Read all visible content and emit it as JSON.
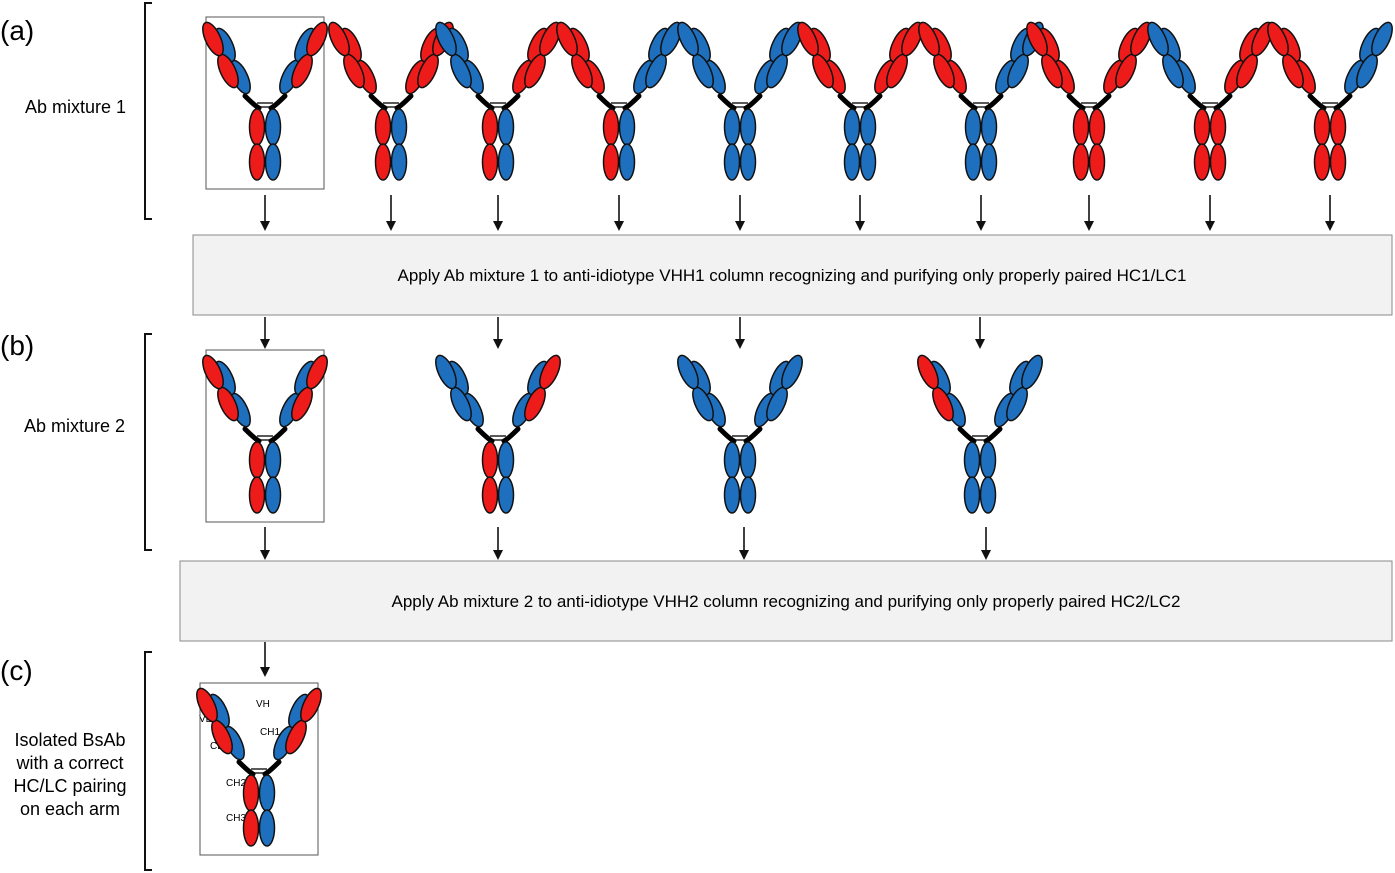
{
  "section_a": {
    "letter": "(a)",
    "label": "Ab mixture 1",
    "antibodies": [
      {
        "tl": "r",
        "tr": "r",
        "bl": "b",
        "br": "b",
        "cl": "r",
        "cr": "b",
        "highlighted": true
      },
      {
        "tl": "r",
        "tr": "r",
        "bl": "r",
        "br": "r",
        "cl": "r",
        "cr": "b",
        "highlighted": false
      },
      {
        "tl": "b",
        "tr": "r",
        "bl": "b",
        "br": "r",
        "cl": "r",
        "cr": "b",
        "highlighted": false
      },
      {
        "tl": "r",
        "tr": "b",
        "bl": "r",
        "br": "b",
        "cl": "r",
        "cr": "b",
        "highlighted": false
      },
      {
        "tl": "b",
        "tr": "b",
        "bl": "b",
        "br": "b",
        "cl": "b",
        "cr": "b",
        "highlighted": false
      },
      {
        "tl": "r",
        "tr": "r",
        "bl": "r",
        "br": "r",
        "cl": "b",
        "cr": "b",
        "highlighted": false
      },
      {
        "tl": "r",
        "tr": "b",
        "bl": "r",
        "br": "b",
        "cl": "b",
        "cr": "b",
        "highlighted": false
      },
      {
        "tl": "r",
        "tr": "r",
        "bl": "r",
        "br": "r",
        "cl": "r",
        "cr": "r",
        "highlighted": false
      },
      {
        "tl": "b",
        "tr": "r",
        "bl": "b",
        "br": "r",
        "cl": "r",
        "cr": "r",
        "highlighted": false
      },
      {
        "tl": "r",
        "tr": "b",
        "bl": "r",
        "br": "b",
        "cl": "r",
        "cr": "r",
        "highlighted": false
      }
    ]
  },
  "step1": {
    "text": "Apply Ab mixture 1 to anti-idiotype VHH1 column recognizing and purifying only properly paired HC1/LC1"
  },
  "section_b": {
    "letter": "(b)",
    "label": "Ab mixture 2",
    "antibodies": [
      {
        "tl": "r",
        "tr": "r",
        "bl": "b",
        "br": "b",
        "cl": "r",
        "cr": "b",
        "highlighted": true
      },
      {
        "tl": "b",
        "tr": "r",
        "bl": "b",
        "br": "b",
        "cl": "r",
        "cr": "b",
        "highlighted": false
      },
      {
        "tl": "b",
        "tr": "b",
        "bl": "b",
        "br": "b",
        "cl": "b",
        "cr": "b",
        "highlighted": false
      },
      {
        "tl": "r",
        "tr": "b",
        "bl": "b",
        "br": "b",
        "cl": "b",
        "cr": "b",
        "highlighted": false
      }
    ]
  },
  "step2": {
    "text": "Apply Ab mixture 2 to anti-idiotype VHH2 column recognizing and purifying only properly paired HC2/LC2"
  },
  "section_c": {
    "letter": "(c)",
    "label_lines": [
      "Isolated BsAb",
      "with a correct",
      "HC/LC pairing",
      "on each arm"
    ],
    "domain_labels": {
      "vl": "VL",
      "vh": "VH",
      "cl": "CL",
      "ch1": "CH1",
      "ch2": "CH2",
      "ch3": "CH3"
    },
    "antibody": {
      "tl": "r",
      "tr": "r",
      "bl": "b",
      "br": "b",
      "cl": "r",
      "cr": "b",
      "highlighted": true
    }
  },
  "colors": {
    "red": "#ee1b1b",
    "blue": "#1f6fbf",
    "outline": "#111111",
    "box_fill": "#f2f2f2",
    "box_stroke": "#8a8a8a"
  }
}
